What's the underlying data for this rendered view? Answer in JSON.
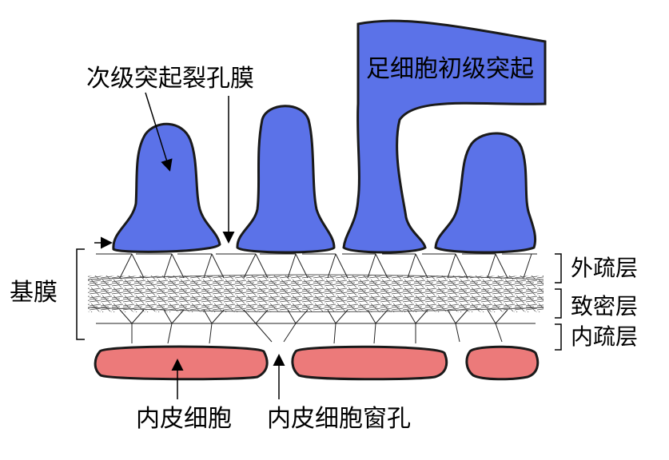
{
  "labels": {
    "secondary_process_slit_membrane": "次级突起裂孔膜",
    "podocyte_primary_process": "足细胞初级突起",
    "basement_membrane": "基膜",
    "lamina_rara_externa": "外疏层",
    "lamina_densa": "致密层",
    "lamina_rara_interna": "内疏层",
    "endothelial_cell": "内皮细胞",
    "endothelial_fenestra": "内皮细胞窗孔"
  },
  "colors": {
    "podocyte": "#5b72e8",
    "endothelium": "#ec7a7a",
    "outline": "#1a1a1a",
    "line": "#000000"
  }
}
